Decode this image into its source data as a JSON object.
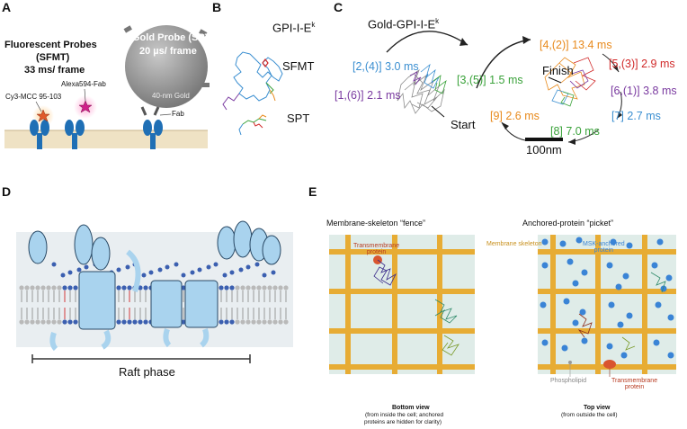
{
  "panels": {
    "A": {
      "letter": "A",
      "sfmt_title": "Fluorescent Probes",
      "sfmt_abbr": "(SFMT)",
      "sfmt_rate": "33 ms/ frame",
      "spt_title": "Gold Probe (SPT)",
      "spt_rate": "20 µs/ frame",
      "gold_label": "40-nm Gold",
      "cy3_label": "Cy3-MCC 95-103",
      "alexa_label": "Alexa594-Fab",
      "fab_label": "Fab"
    },
    "B": {
      "letter": "B",
      "title": "GPI-I-E",
      "title_sup": "k",
      "sfmt_label": "SFMT",
      "spt_label": "SPT"
    },
    "C": {
      "letter": "C",
      "title": "Gold-GPI-I-E",
      "title_sup": "k",
      "left_labels": [
        {
          "text": "[2,(4)] 3.0 ms",
          "color": "#3b8fd1"
        },
        {
          "text": "[1,(6)] 2.1 ms",
          "color": "#7a3aa0"
        },
        {
          "text": "[3,(5)] 1.5 ms",
          "color": "#3aa23a"
        }
      ],
      "start_label": "Start",
      "finish_label": "Finish",
      "right_labels": [
        {
          "text": "[4,(2)] 13.4 ms",
          "color": "#e88a1c"
        },
        {
          "text": "[5,(3)] 2.9 ms",
          "color": "#d12a2a"
        },
        {
          "text": "[6,(1)] 3.8 ms",
          "color": "#7a3aa0"
        },
        {
          "text": "[7] 2.7 ms",
          "color": "#3b8fd1"
        },
        {
          "text": "[8] 7.0 ms",
          "color": "#3aa23a"
        },
        {
          "text": "[9] 2.6 ms",
          "color": "#e88a1c"
        }
      ],
      "scale_label": "100nm"
    },
    "D": {
      "letter": "D",
      "raft_label": "Raft phase"
    },
    "E": {
      "letter": "E",
      "fence_title": "Membrane-skeleton “fence”",
      "picket_title": "Anchored-protein “picket”",
      "transmembrane_label": "Transmembrane\nprotein",
      "skeleton_label": "Membrane skeleton",
      "msk_label": "MSK-anchored\nprotein",
      "phospholipid_label": "Phospholipid",
      "transmembrane2_label": "Transmembrane\nprotein",
      "bottom_view_title": "Bottom view",
      "bottom_view_note1": "(from inside the cell; anchored",
      "bottom_view_note2": "proteins are hidden for clarity)",
      "top_view_title": "Top view",
      "top_view_note": "(from outside the cell)"
    }
  },
  "colors": {
    "membrane": "#efe2c4",
    "protein_blue": "#1f6fb5",
    "gold_probe": "#8d8d8d",
    "skeleton": "#e7ac34",
    "lipid_blue": "#3b5fb0",
    "raft_red": "#d23b3b",
    "pale_blue": "#a9d3ee",
    "grid_bg": "#dfece8",
    "picket": "#3a84d6"
  }
}
